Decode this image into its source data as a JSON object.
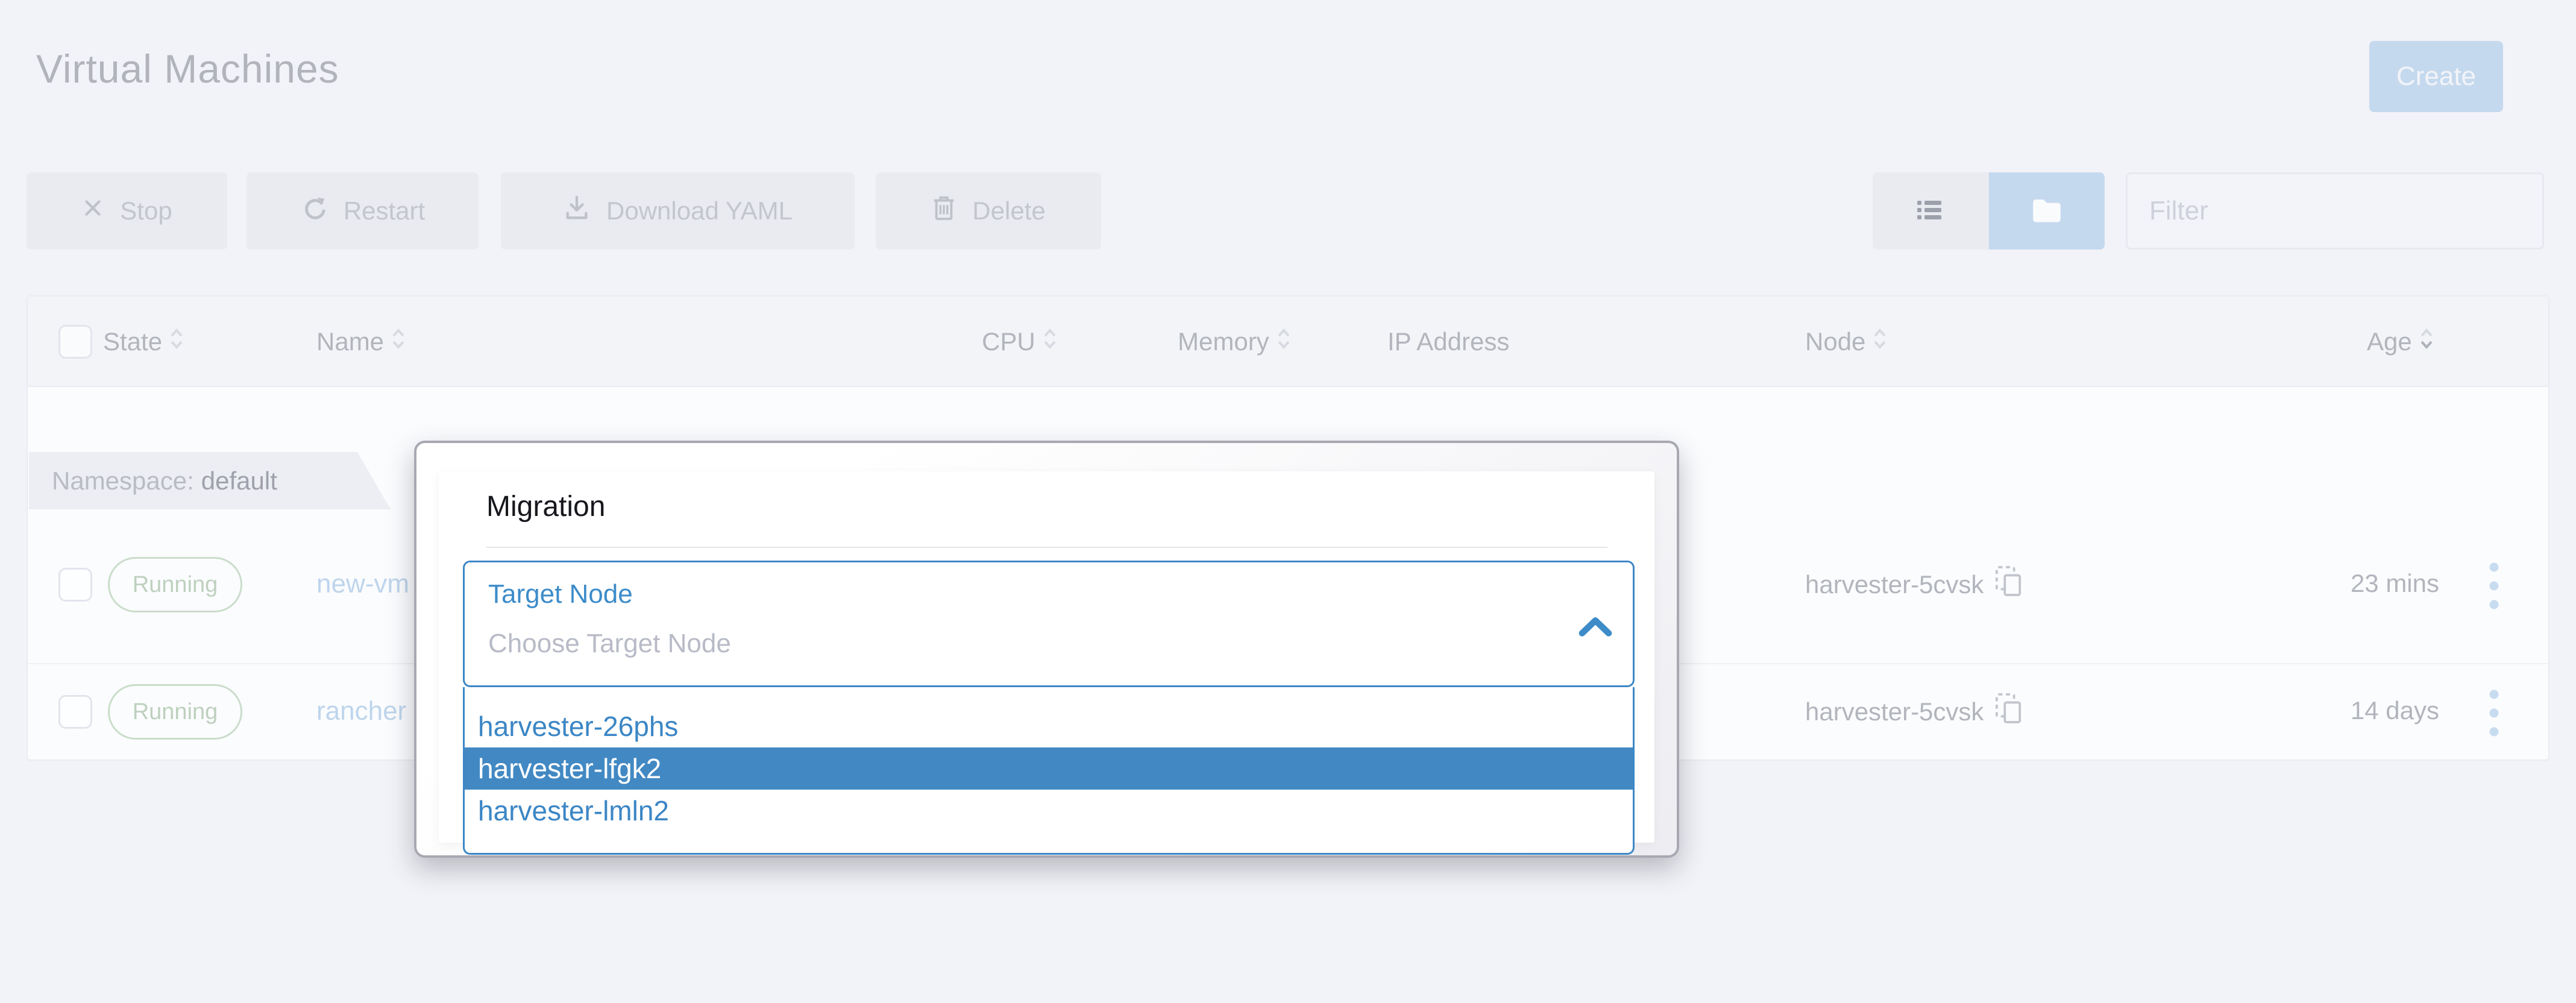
{
  "page": {
    "title": "Virtual Machines"
  },
  "header": {
    "create_label": "Create"
  },
  "toolbar": {
    "stop_label": "Stop",
    "restart_label": "Restart",
    "download_yaml_label": "Download YAML",
    "delete_label": "Delete",
    "filter_placeholder": "Filter"
  },
  "view_toggle": {
    "active_view": "folder"
  },
  "table": {
    "columns": [
      "State",
      "Name",
      "CPU",
      "Memory",
      "IP Address",
      "Node",
      "Age"
    ],
    "group": {
      "label": "Namespace:",
      "value": "default"
    },
    "rows": [
      {
        "state": "Running",
        "name": "new-vm",
        "node": "harvester-5cvsk",
        "age": "23 mins"
      },
      {
        "state": "Running",
        "name": "rancher",
        "node": "harvester-5cvsk",
        "age": "14 days"
      }
    ]
  },
  "modal": {
    "title": "Migration",
    "field_label": "Target Node",
    "field_placeholder": "Choose Target Node",
    "options": [
      "harvester-26phs",
      "harvester-lfgk2",
      "harvester-lmln2"
    ],
    "highlighted_option": "harvester-lfgk2"
  },
  "colors": {
    "accent_blue": "#3d87c5",
    "option_highlight_bg": "#4289c4",
    "modal_border": "#a8a8b2",
    "running_badge": "#bed0be",
    "create_button_bg": "#c5d9ee",
    "page_background": "#f2f3f8"
  }
}
